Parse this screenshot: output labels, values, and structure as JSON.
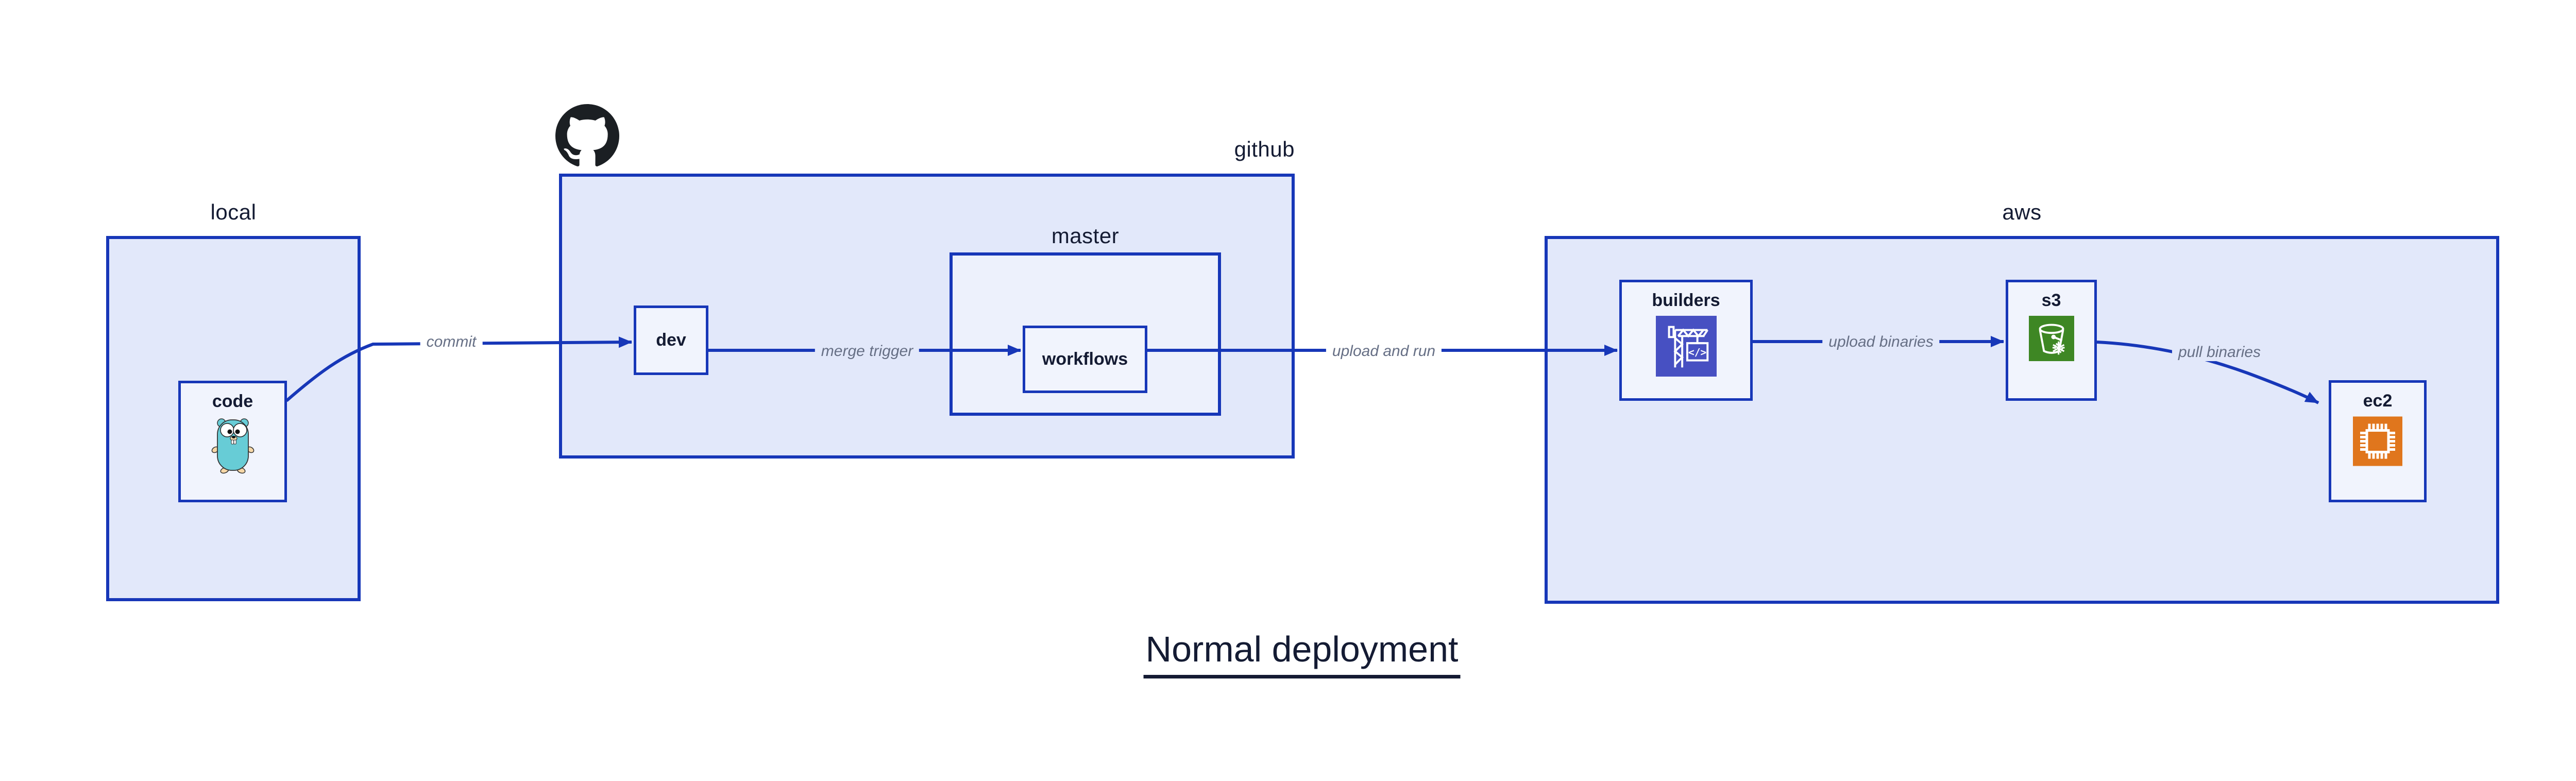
{
  "diagram": {
    "title": "Normal deployment",
    "containers": {
      "local": {
        "label": "local"
      },
      "github": {
        "label": "github"
      },
      "master": {
        "label": "master"
      },
      "aws": {
        "label": "aws"
      }
    },
    "nodes": {
      "code": {
        "label": "code",
        "icon": "go-gopher-icon"
      },
      "dev": {
        "label": "dev"
      },
      "workflows": {
        "label": "workflows"
      },
      "builders": {
        "label": "builders",
        "icon": "codebuild-crane-icon",
        "icon_color": "#4750c2"
      },
      "s3": {
        "label": "s3",
        "icon": "s3-glacier-bucket-icon",
        "icon_color": "#3e8724"
      },
      "ec2": {
        "label": "ec2",
        "icon": "ec2-chip-icon",
        "icon_color": "#e0761d"
      }
    },
    "edges": {
      "commit": {
        "label": "commit",
        "from": "code",
        "to": "dev"
      },
      "merge_trigger": {
        "label": "merge trigger",
        "from": "dev",
        "to": "workflows"
      },
      "upload_and_run": {
        "label": "upload and run",
        "from": "workflows",
        "to": "builders"
      },
      "upload_binaries": {
        "label": "upload binaries",
        "from": "builders",
        "to": "s3"
      },
      "pull_binaries": {
        "label": "pull binaries",
        "from": "s3",
        "to": "ec2"
      }
    },
    "logo": "github-octocat-logo",
    "colors": {
      "accent_blue": "#1737b8",
      "container_fill": "#e2e8fa",
      "inner_container_fill": "#edf1fc",
      "node_fill": "#f1f4fd",
      "label_dark": "#141b33",
      "edge_label_gray": "#666f85",
      "gopher_teal": "#67ccd6",
      "background": "#ffffff"
    }
  }
}
